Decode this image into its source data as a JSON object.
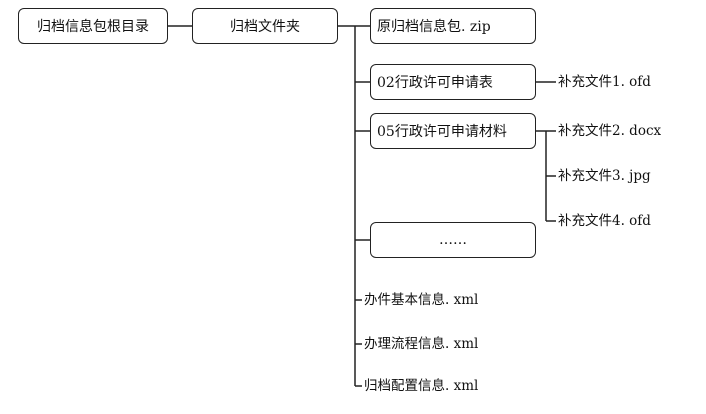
{
  "root": "归档信息包根目录",
  "folder": "归档文件夹",
  "original_package": "原归档信息包. zip",
  "form_02": "02行政许可申请表",
  "form_05": "05行政许可申请材料",
  "ellipsis": "……",
  "supplement_1": "补充文件1. ofd",
  "supplement_2": "补充文件2. docx",
  "supplement_3": "补充文件3. jpg",
  "supplement_4": "补充文件4. ofd",
  "xml_files": [
    "办件基本信息. xml",
    "办理流程信息. xml",
    "归档配置信息. xml"
  ]
}
